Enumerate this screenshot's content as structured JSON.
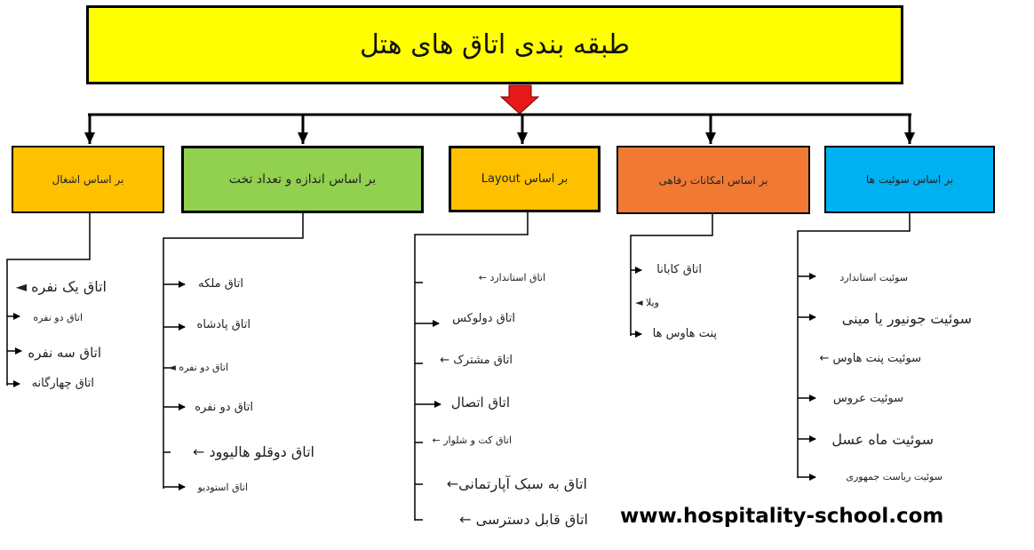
{
  "title": "طبقه بندی اتاق های هتل",
  "categories": [
    {
      "label": "بر اساس سوئیت ها",
      "items": [
        {
          "text": "سوئیت استاندارد"
        },
        {
          "text": "سوئیت جونیور یا مینی"
        },
        {
          "text": "سوئیت پنت هاوس ←"
        },
        {
          "text": "سوئیت عروس"
        },
        {
          "text": "سوئیت ماه عسل"
        },
        {
          "text": "سوئیت ریاست جمهوری"
        }
      ]
    },
    {
      "label": "بر اساس امکانات رفاهی",
      "items": [
        {
          "text": "اتاق کابانا"
        },
        {
          "text": "ویلا ◄"
        },
        {
          "text": "پنت هاوس ها"
        }
      ]
    },
    {
      "label": "بر اساس Layout",
      "items": [
        {
          "text": "اتاق استاندارد ←"
        },
        {
          "text": "اتاق دولوکس"
        },
        {
          "text": "اتاق مشترک ←"
        },
        {
          "text": "اتاق اتصال"
        },
        {
          "text": "اتاق کت و شلوار ←"
        },
        {
          "text": "اتاق به سبک آپارتمانی←"
        },
        {
          "text": "اتاق قابل دسترسی ←"
        }
      ]
    },
    {
      "label": "بر اساس اندازه و تعداد تخت",
      "items": [
        {
          "text": "اتاق ملکه"
        },
        {
          "text": "اتاق پادشاه"
        },
        {
          "text": "اتاق دو نفره ◄"
        },
        {
          "text": "اتاق دو نفره"
        },
        {
          "text": "اتاق دوقلو هالیوود ←"
        },
        {
          "text": "اتاق استودیو"
        }
      ]
    },
    {
      "label": "بر اساس اشغال",
      "items": [
        {
          "text": "اتاق یک نفره ◄"
        },
        {
          "text": "اتاق دو نفره"
        },
        {
          "text": "اتاق سه نفره"
        },
        {
          "text": "اتاق چهارگانه"
        }
      ]
    }
  ],
  "website": "www.hospitality-school.com",
  "colors": {
    "title_fill": "#ffff00",
    "suites_fill": "#00b0f0",
    "amenities_fill": "#f07a33",
    "layout_fill": "#ffc000",
    "bedsize_fill": "#92d050",
    "occupancy_fill": "#ffc000",
    "down_arrow": "#e61919"
  }
}
